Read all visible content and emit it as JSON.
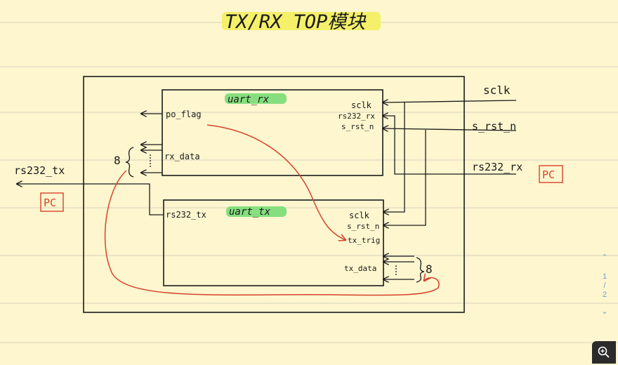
{
  "title": "TX/RX TOP模块",
  "uart_rx": {
    "name": "uart_rx",
    "ports_left": [
      "po_flag",
      "rx_data"
    ],
    "ports_right": [
      "sclk",
      "rs232_rx",
      "s_rst_n"
    ]
  },
  "uart_tx": {
    "name": "uart_tx",
    "ports_left": [
      "rs232_tx"
    ],
    "ports_right": [
      "sclk",
      "s_rst_n",
      "tx_trig",
      "tx_data"
    ]
  },
  "inputs": {
    "sclk": "sclk",
    "s_rst_n": "s_rst_n",
    "rs232_rx": "rs232_rx"
  },
  "output": {
    "rs232_tx": "rs232_tx"
  },
  "pc_label_right": "PC",
  "pc_label_left": "PC",
  "bus_width_rx": "8",
  "bus_width_tx": "8",
  "page_nav": {
    "current": "1",
    "sep": "/",
    "total": "2"
  },
  "colors": {
    "paper": "#fdf6cf",
    "rule_line": "#d8d3bc",
    "ink": "#1b1b1b",
    "red_ink": "#d6432c",
    "highlight_green": "#86de7e",
    "highlight_yellow": "#f4f06a",
    "nav_blue": "#6f9fd4"
  }
}
